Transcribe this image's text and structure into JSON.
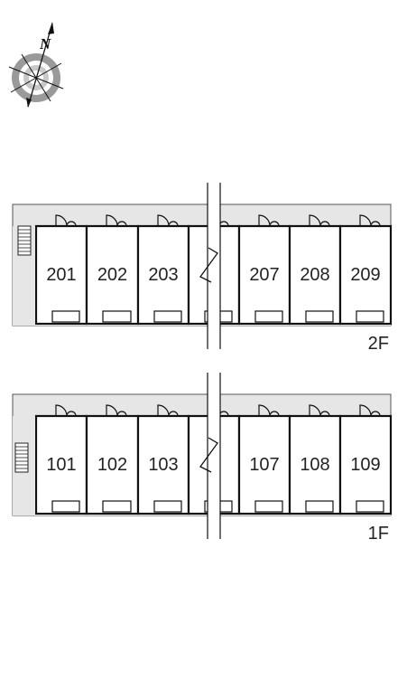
{
  "compass": {
    "north_letter": "N",
    "icon": "compass-rose-icon"
  },
  "floors": [
    {
      "id": "floor-2",
      "label": "2F",
      "units": [
        "201",
        "202",
        "203",
        "207",
        "208",
        "209"
      ],
      "stair_icon": "staircase-icon"
    },
    {
      "id": "floor-1",
      "label": "1F",
      "units": [
        "101",
        "102",
        "103",
        "107",
        "108",
        "109"
      ],
      "stair_icon": "staircase-icon"
    }
  ],
  "colors": {
    "walkway": "#e6e6e6",
    "wall": "#111111",
    "background": "#ffffff"
  }
}
